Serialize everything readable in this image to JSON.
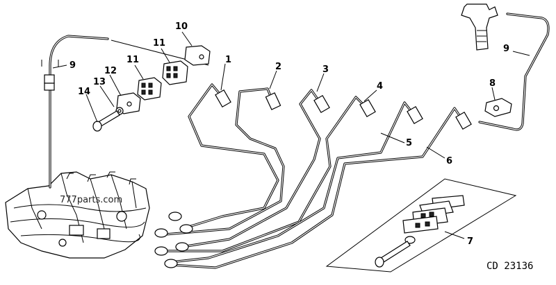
{
  "figure": {
    "code": "CD 23136",
    "watermark": "777parts.com"
  },
  "callouts": {
    "c1": "1",
    "c2": "2",
    "c3": "3",
    "c4": "4",
    "c5": "5",
    "c6": "6",
    "c7": "7",
    "c8": "8",
    "c9_left": "9",
    "c9_right": "9",
    "c10": "10",
    "c11_top": "11",
    "c11_mid": "11",
    "c12": "12",
    "c13": "13",
    "c14": "14"
  },
  "parts": [
    {
      "ref": "1",
      "name": "injection-line-1"
    },
    {
      "ref": "2",
      "name": "injection-line-2"
    },
    {
      "ref": "3",
      "name": "injection-line-3"
    },
    {
      "ref": "4",
      "name": "injection-line-4"
    },
    {
      "ref": "5",
      "name": "injection-line-5"
    },
    {
      "ref": "6",
      "name": "injection-line-6"
    },
    {
      "ref": "7",
      "name": "clamp-kit"
    },
    {
      "ref": "8",
      "name": "clip"
    },
    {
      "ref": "9",
      "name": "leak-off-line"
    },
    {
      "ref": "10",
      "name": "clamp-plate"
    },
    {
      "ref": "11",
      "name": "clamp-grommet"
    },
    {
      "ref": "12",
      "name": "clamp-block"
    },
    {
      "ref": "13",
      "name": "lock-washer"
    },
    {
      "ref": "14",
      "name": "cap-screw"
    }
  ]
}
